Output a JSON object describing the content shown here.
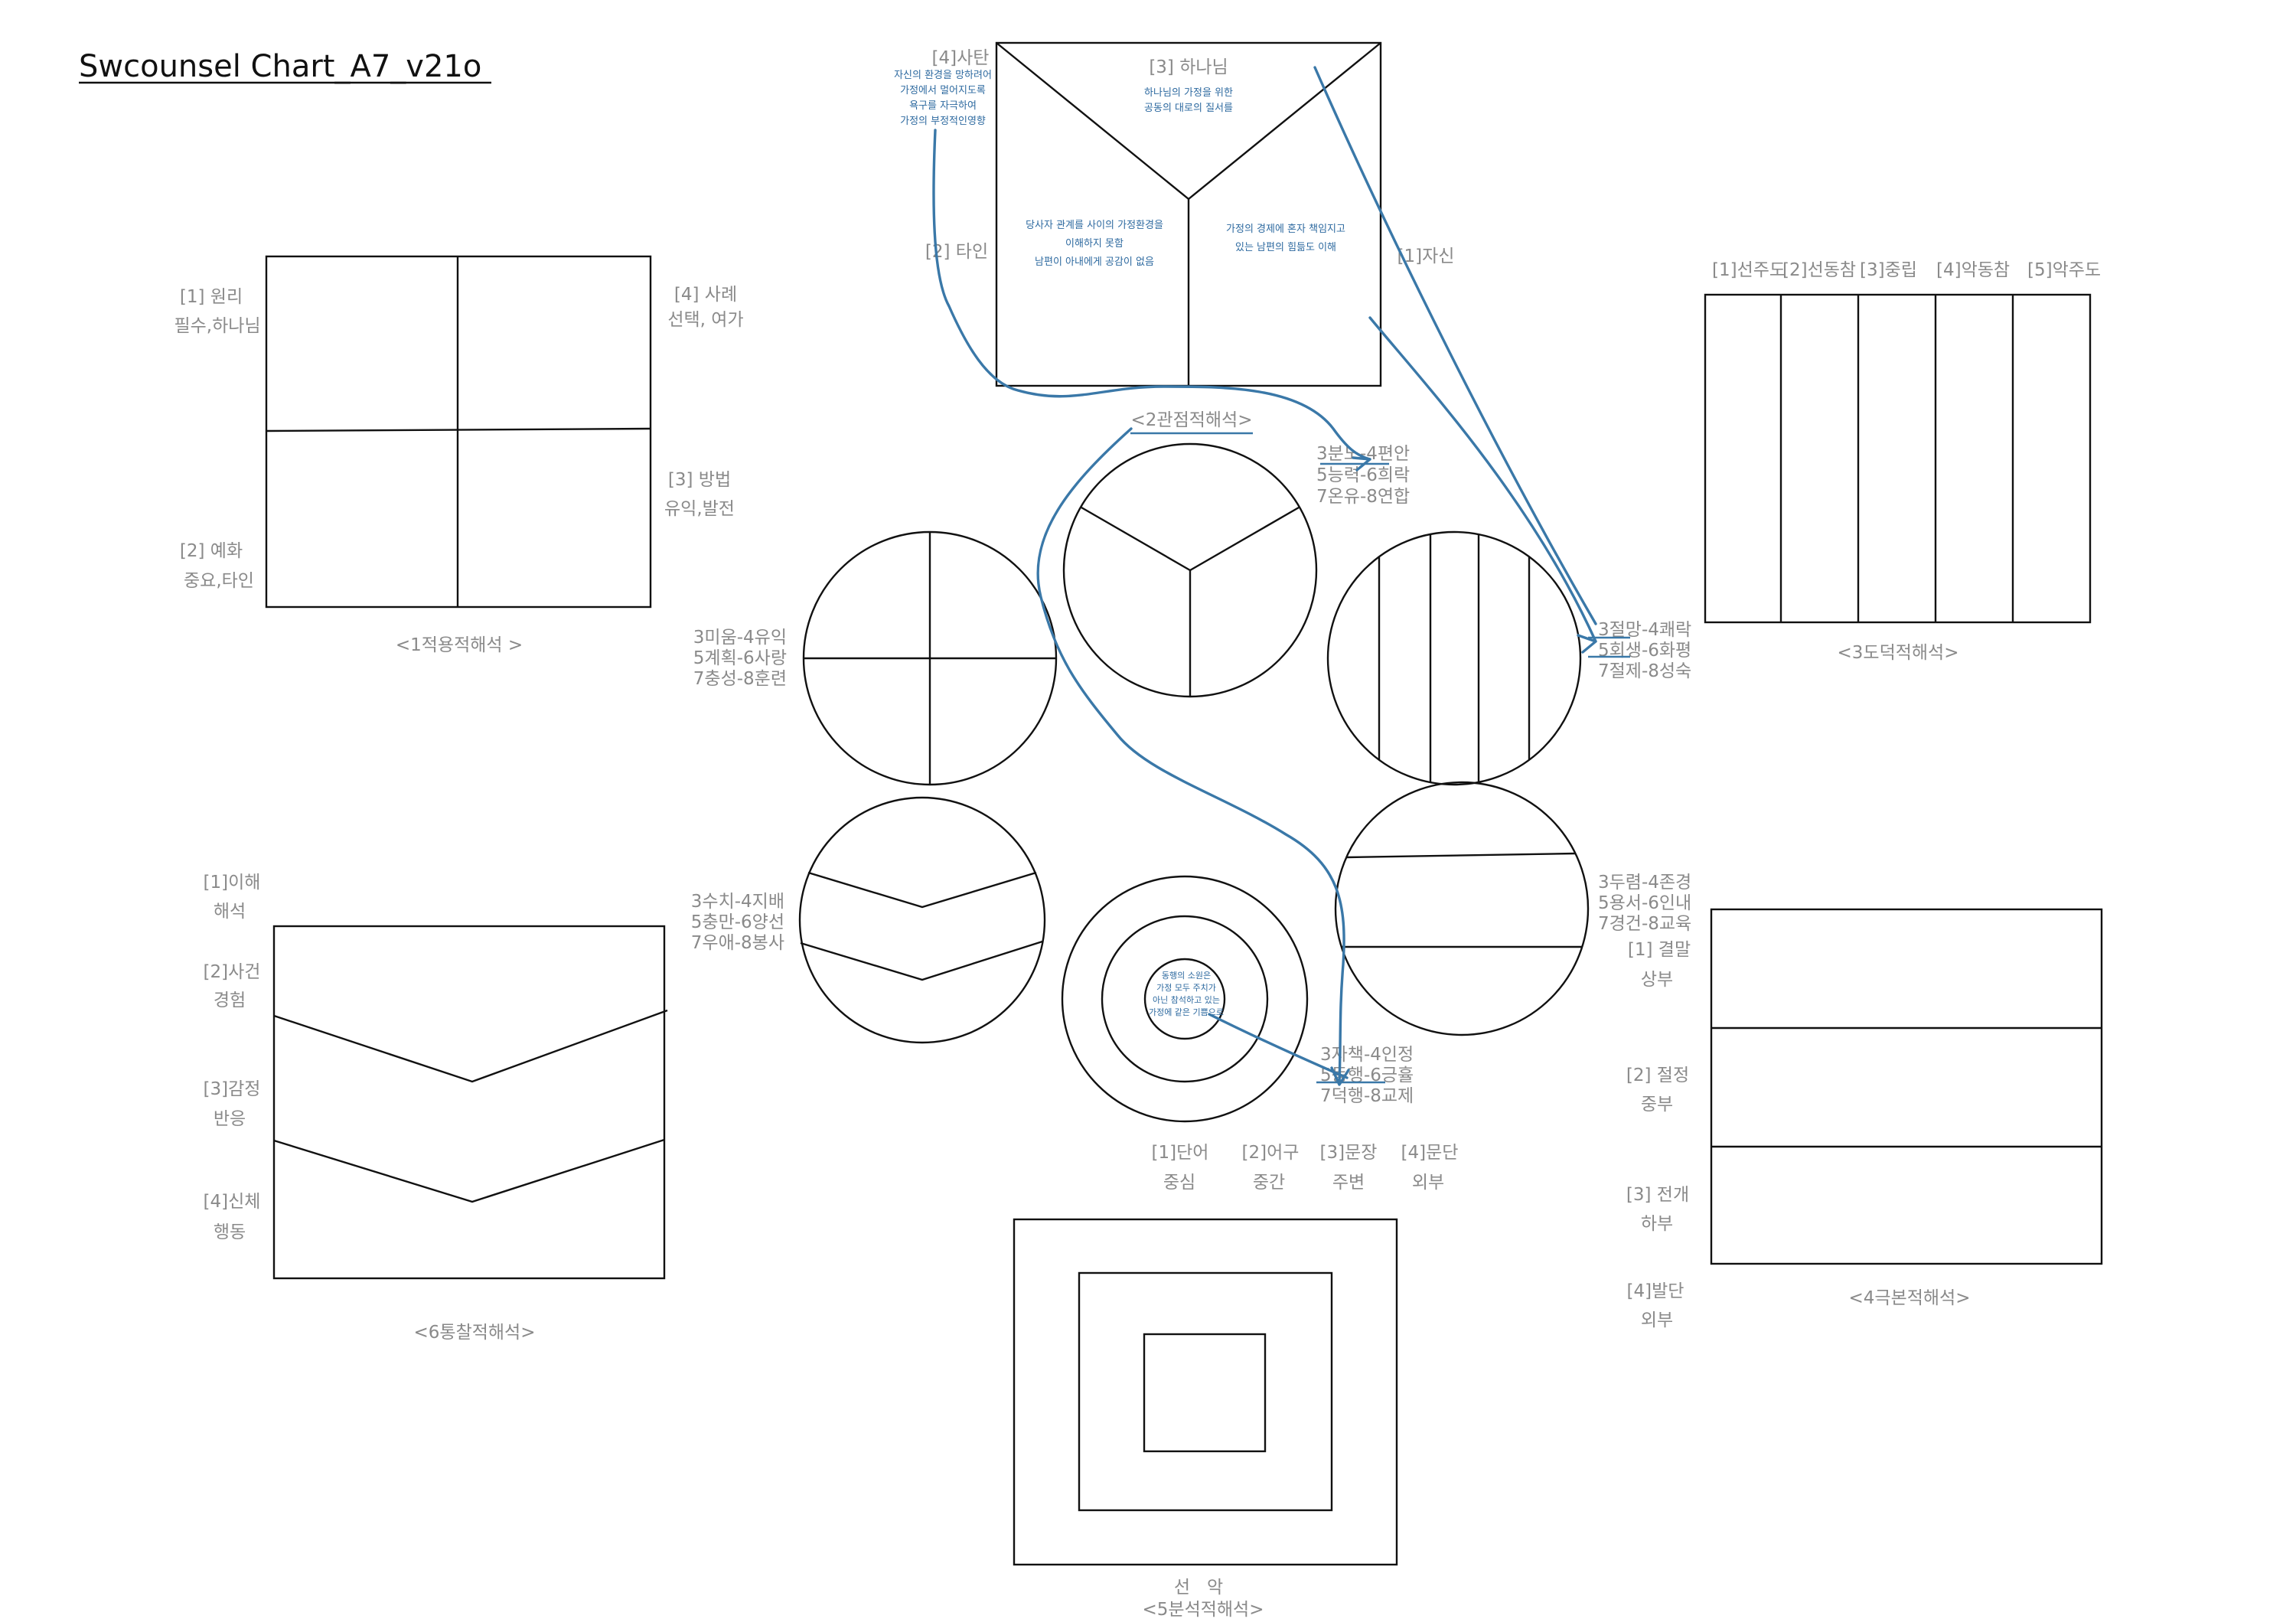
{
  "title": "Swcounsel Chart_A7_v21o",
  "q1": {
    "caption": "<1적용적해석 >",
    "quadrants": [
      "[1] 원리",
      "필수,하나님",
      "[4] 사례",
      "선택, 여가",
      "[2] 예화",
      "중요,타인",
      "[3] 방법",
      "유익,발전"
    ]
  },
  "q2": {
    "caption": "<2관점적해석>",
    "corners": [
      "[4]사탄",
      "[3] 하나님",
      "[2] 타인",
      "[1]자신"
    ],
    "notes": [
      "자신의 환경을 망하려어",
      "가정에서 멀어지도록",
      "욕구를 자극하여",
      "가정의 부정적인영향",
      "하나님의 가정을 위한",
      "공동의 대로의 질서를",
      "당사자 관계를 사이의 가정환경을",
      "이해하지 못함",
      "남편이 아내에게 공감이 없음",
      "가정의 경제에 혼자 책임지고",
      "있는 남편의 힘듦도 이해"
    ]
  },
  "q3": {
    "caption": "<3도덕적해석>",
    "columns": [
      "[1]선주도",
      "[2]선동참",
      "[3]중립",
      "[4]악동참",
      "[5]악주도"
    ]
  },
  "q4": {
    "caption": "<4극본적해석>",
    "rows": [
      "[1] 결말",
      "상부",
      "[2] 절정",
      "중부",
      "[3] 전개",
      "하부",
      "[4]발단",
      "외부"
    ]
  },
  "q5": {
    "caption": "<5분석적해석>",
    "headers": [
      "[1]단어",
      "중심",
      "[2]어구",
      "중간",
      "[3]문장",
      "주변",
      "[4]문단",
      "외부"
    ],
    "bottom": "선   악"
  },
  "q6": {
    "caption": "<6통찰적해석>",
    "rows": [
      "[1]이해",
      "해석",
      "[2]사건",
      "경험",
      "[3]감정",
      "반응",
      "[4]신체",
      "행동"
    ]
  },
  "circles": {
    "c1": [
      "3분노-4편안",
      "5능력-6희락",
      "7온유-8연합"
    ],
    "c2": [
      "3미움-4유익",
      "5계획-6사랑",
      "7충성-8훈련"
    ],
    "c3": [
      "3절망-4쾌락",
      "5회생-6화평",
      "7절제-8성숙"
    ],
    "c4": [
      "3수치-4지배",
      "5충만-6양선",
      "7우애-8봉사"
    ],
    "c5": [
      "3두렴-4존경",
      "5용서-6인내",
      "7경건-8교육"
    ],
    "c6": [
      "3자책-4인정",
      "5동행-6긍휼",
      "7덕행-8교제"
    ],
    "center_note": [
      "동행의 소원은",
      "가정 모두 주치가",
      "아닌 참석하고 있는",
      "가정에 같은 기쁨으로"
    ]
  }
}
